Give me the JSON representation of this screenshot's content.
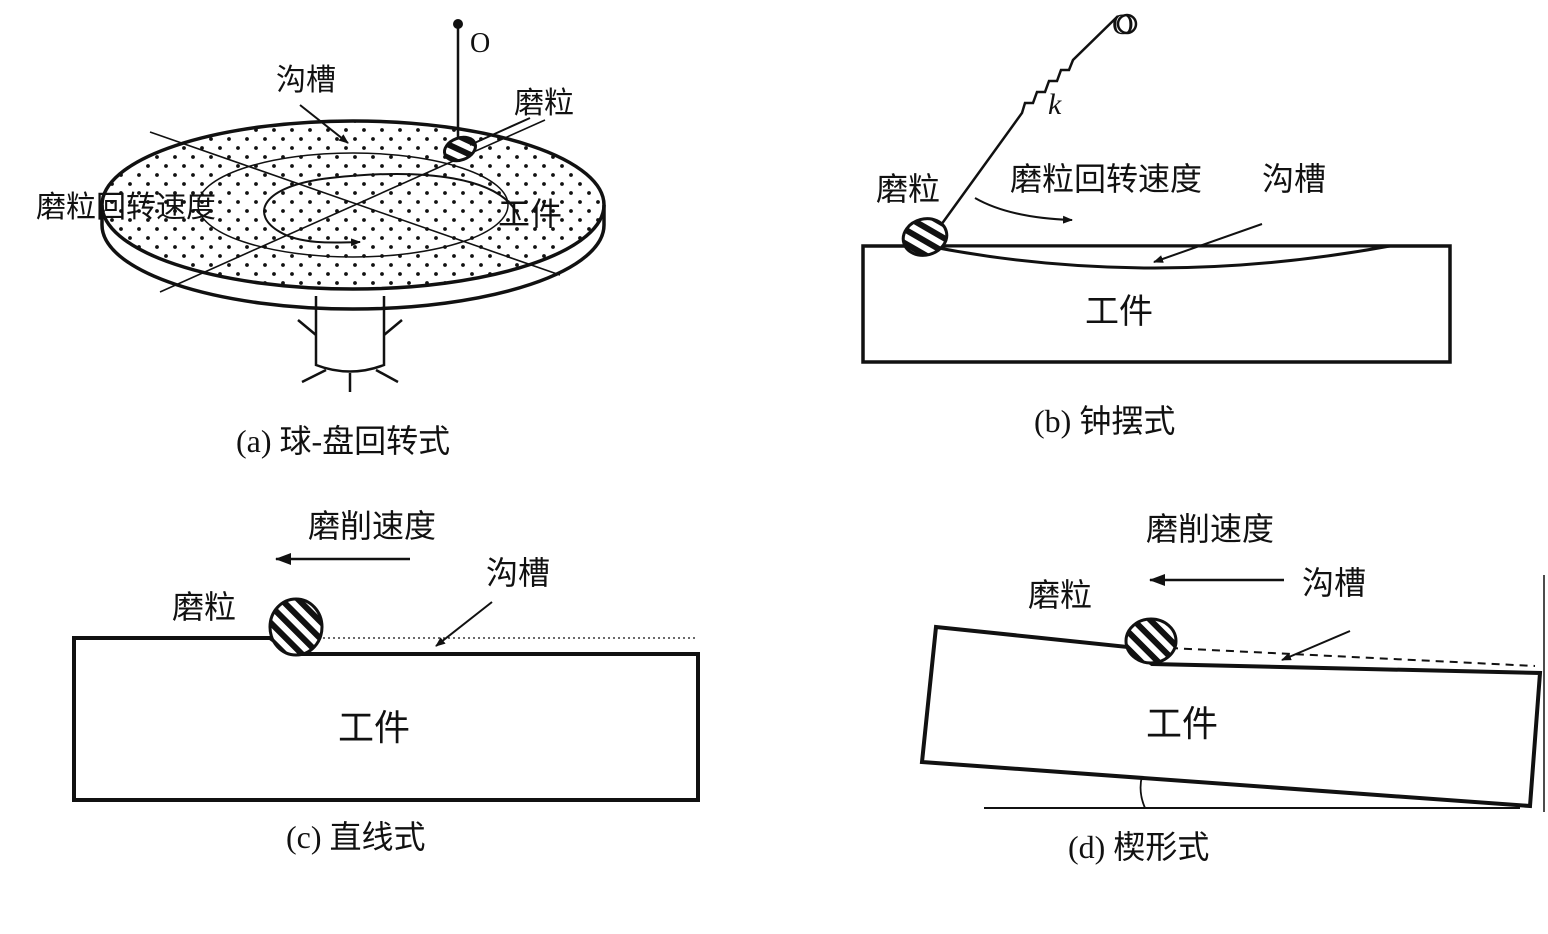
{
  "panel_a": {
    "label_pivot": "O",
    "label_groove": "沟槽",
    "label_grain": "磨粒",
    "label_speed": "磨粒回转速度",
    "label_workpiece": "工件",
    "caption": "(a)  球-盘回转式"
  },
  "panel_b": {
    "label_pivot": "O",
    "label_spring": "k",
    "label_grain": "磨粒",
    "label_speed": "磨粒回转速度",
    "label_groove": "沟槽",
    "label_workpiece": "工件",
    "caption": "(b)  钟摆式"
  },
  "panel_c": {
    "label_speed": "磨削速度",
    "label_groove": "沟槽",
    "label_grain": "磨粒",
    "label_workpiece": "工件",
    "caption": "(c)  直线式"
  },
  "panel_d": {
    "label_speed": "磨削速度",
    "label_grain": "磨粒",
    "label_groove": "沟槽",
    "label_workpiece": "工件",
    "caption": "(d)  楔形式"
  }
}
